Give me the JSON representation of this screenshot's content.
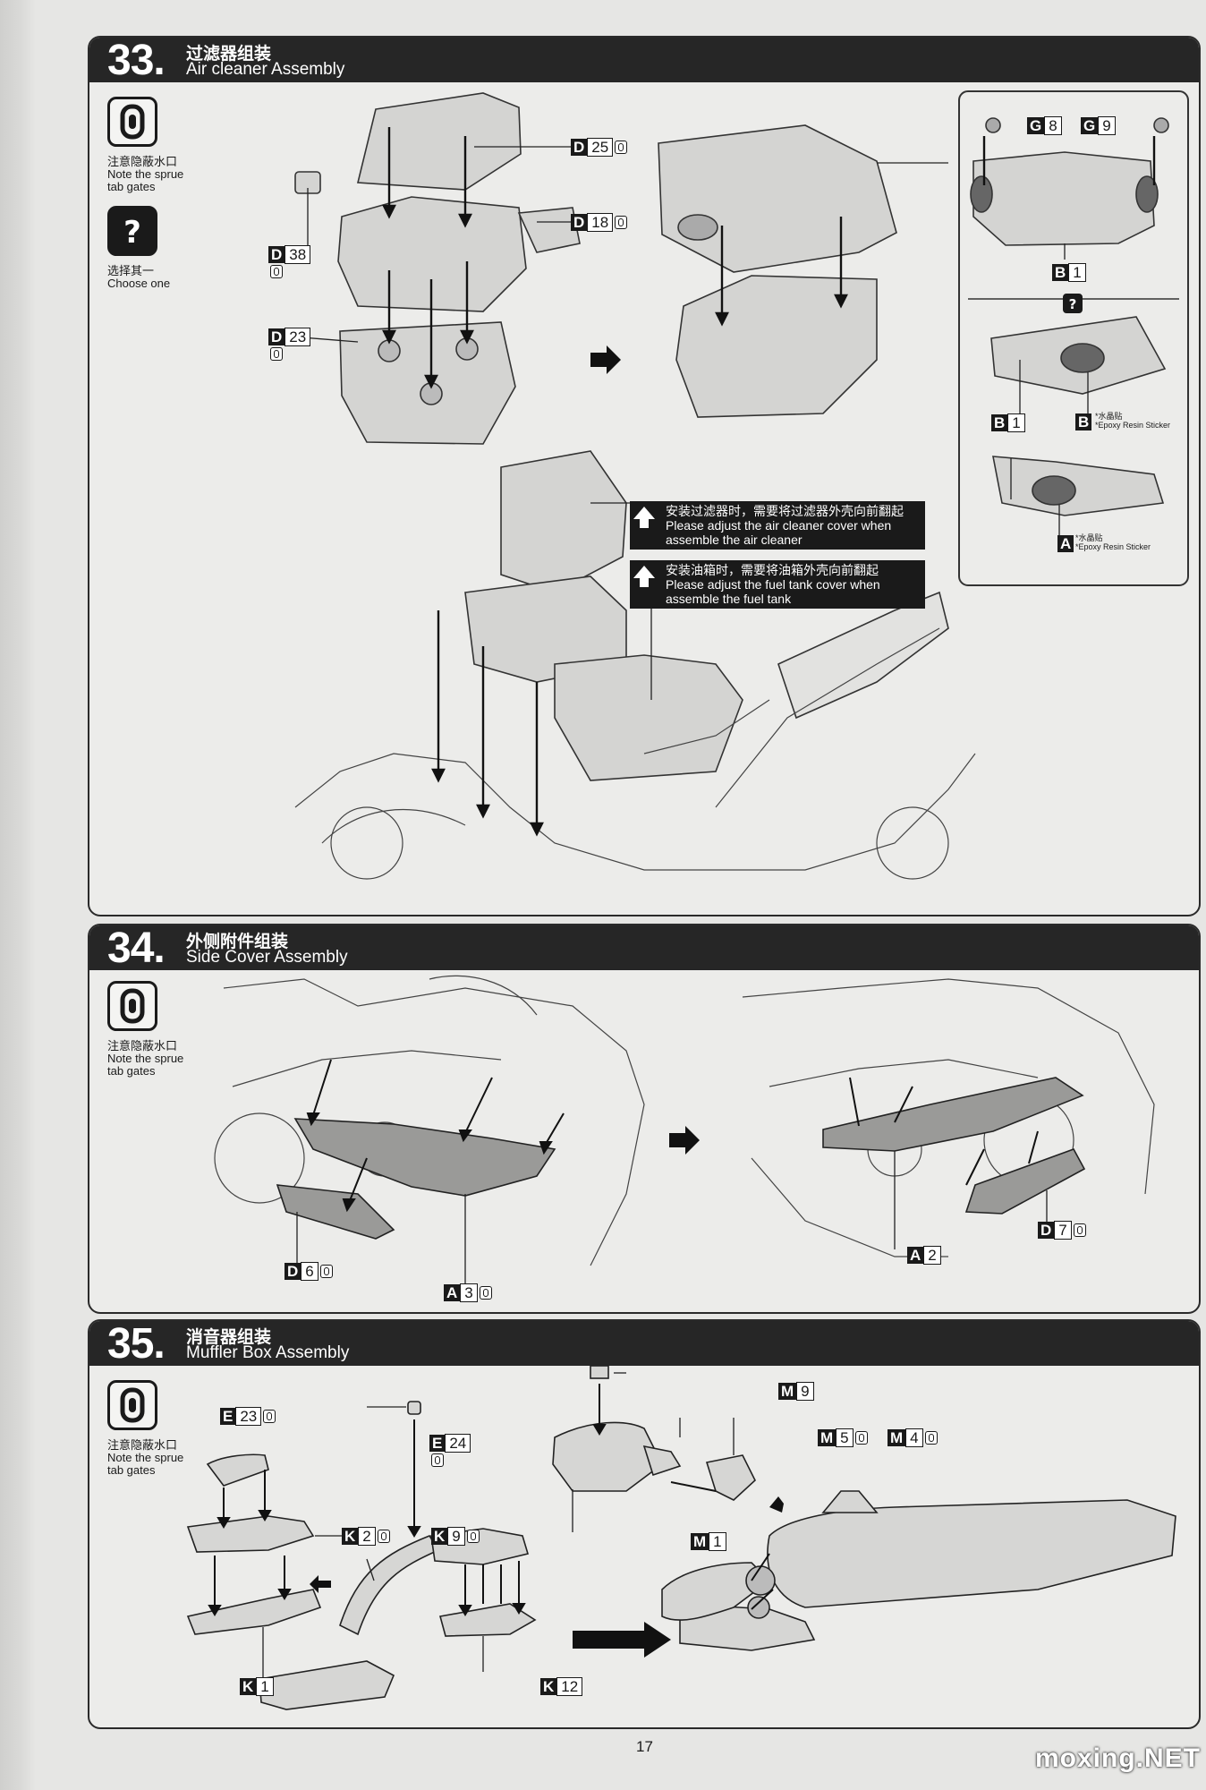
{
  "page_number": "17",
  "watermark": "moxing.NET",
  "notes": {
    "sprue_cn": "注意隐蔽水口",
    "sprue_en_1": "Note the sprue",
    "sprue_en_2": "tab gates",
    "choose_cn": "选择其一",
    "choose_en": "Choose one"
  },
  "step33": {
    "number": "33.",
    "title_cn": "过滤器组装",
    "title_en": "Air cleaner Assembly",
    "parts": {
      "d25": {
        "letter": "D",
        "num": "25"
      },
      "d18": {
        "letter": "D",
        "num": "18"
      },
      "d38": {
        "letter": "D",
        "num": "38"
      },
      "d23": {
        "letter": "D",
        "num": "23"
      },
      "g8": {
        "letter": "G",
        "num": "8"
      },
      "g9": {
        "letter": "G",
        "num": "9"
      },
      "b1a": {
        "letter": "B",
        "num": "1"
      },
      "b1b": {
        "letter": "B",
        "num": "1"
      },
      "b_st": {
        "letter": "B"
      },
      "a_st": {
        "letter": "A"
      }
    },
    "sticker_cn": "*水晶贴",
    "sticker_en": "*Epoxy Resin Sticker",
    "callout1_cn": "安装过滤器时，需要将过滤器外壳向前翻起",
    "callout1_en_1": "Please adjust the air cleaner cover when",
    "callout1_en_2": "assemble the air cleaner",
    "callout2_cn": "安装油箱时，需要将油箱外壳向前翻起",
    "callout2_en_1": "Please adjust the fuel tank cover when",
    "callout2_en_2": "assemble the fuel tank"
  },
  "step34": {
    "number": "34.",
    "title_cn": "外侧附件组装",
    "title_en": "Side Cover Assembly",
    "parts": {
      "d6": {
        "letter": "D",
        "num": "6"
      },
      "a3": {
        "letter": "A",
        "num": "3"
      },
      "a2": {
        "letter": "A",
        "num": "2"
      },
      "d7": {
        "letter": "D",
        "num": "7"
      }
    }
  },
  "step35": {
    "number": "35.",
    "title_cn": "消音器组装",
    "title_en": "Muffler Box Assembly",
    "parts": {
      "e23": {
        "letter": "E",
        "num": "23"
      },
      "k2": {
        "letter": "K",
        "num": "2"
      },
      "k1": {
        "letter": "K",
        "num": "1"
      },
      "e24": {
        "letter": "E",
        "num": "24"
      },
      "k9": {
        "letter": "K",
        "num": "9"
      },
      "k12": {
        "letter": "K",
        "num": "12"
      },
      "m9": {
        "letter": "M",
        "num": "9"
      },
      "m5": {
        "letter": "M",
        "num": "5"
      },
      "m4": {
        "letter": "M",
        "num": "4"
      },
      "m1": {
        "letter": "M",
        "num": "1"
      }
    }
  }
}
